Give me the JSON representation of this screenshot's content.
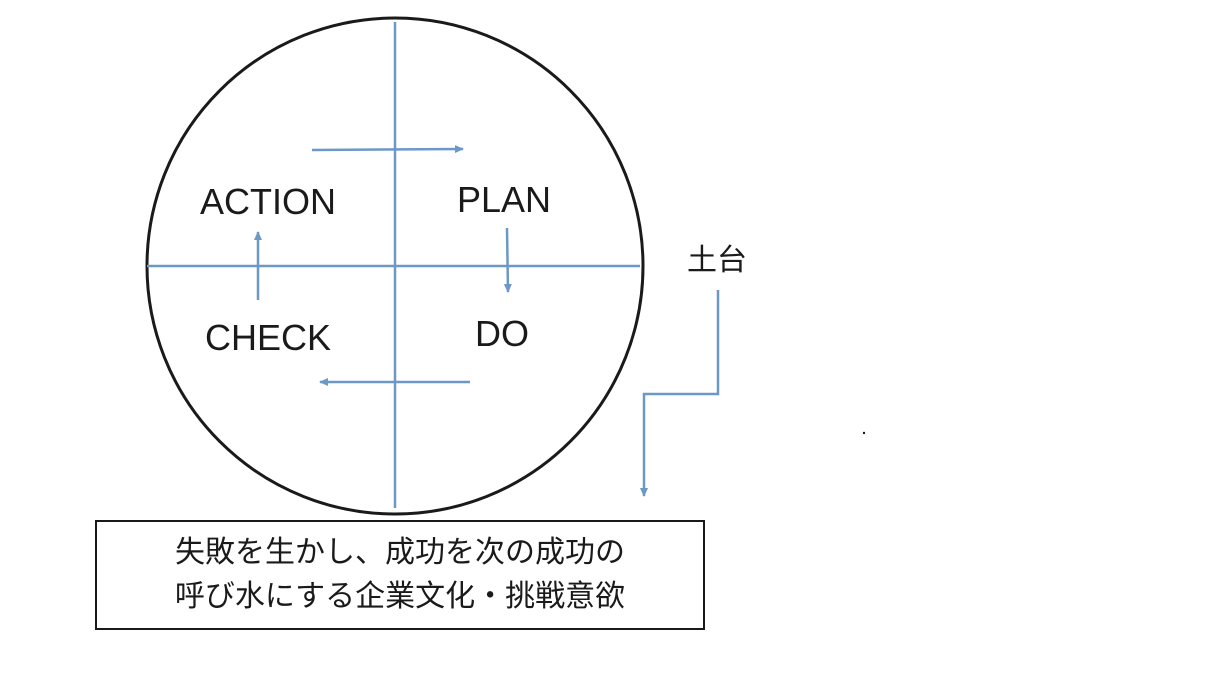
{
  "colors": {
    "circle": "#1a1a1a",
    "axis": "#6c98c8",
    "arrow": "#6c98c8",
    "text": "#1a1a1a",
    "box_border": "#1a1a1a"
  },
  "cycle": {
    "plan": "PLAN",
    "do": "DO",
    "check": "CHECK",
    "action": "ACTION"
  },
  "foundation": {
    "label": "土台",
    "lines": [
      "失敗を生かし、成功を次の成功の",
      "呼び水にする企業文化・挑戦意欲"
    ]
  }
}
